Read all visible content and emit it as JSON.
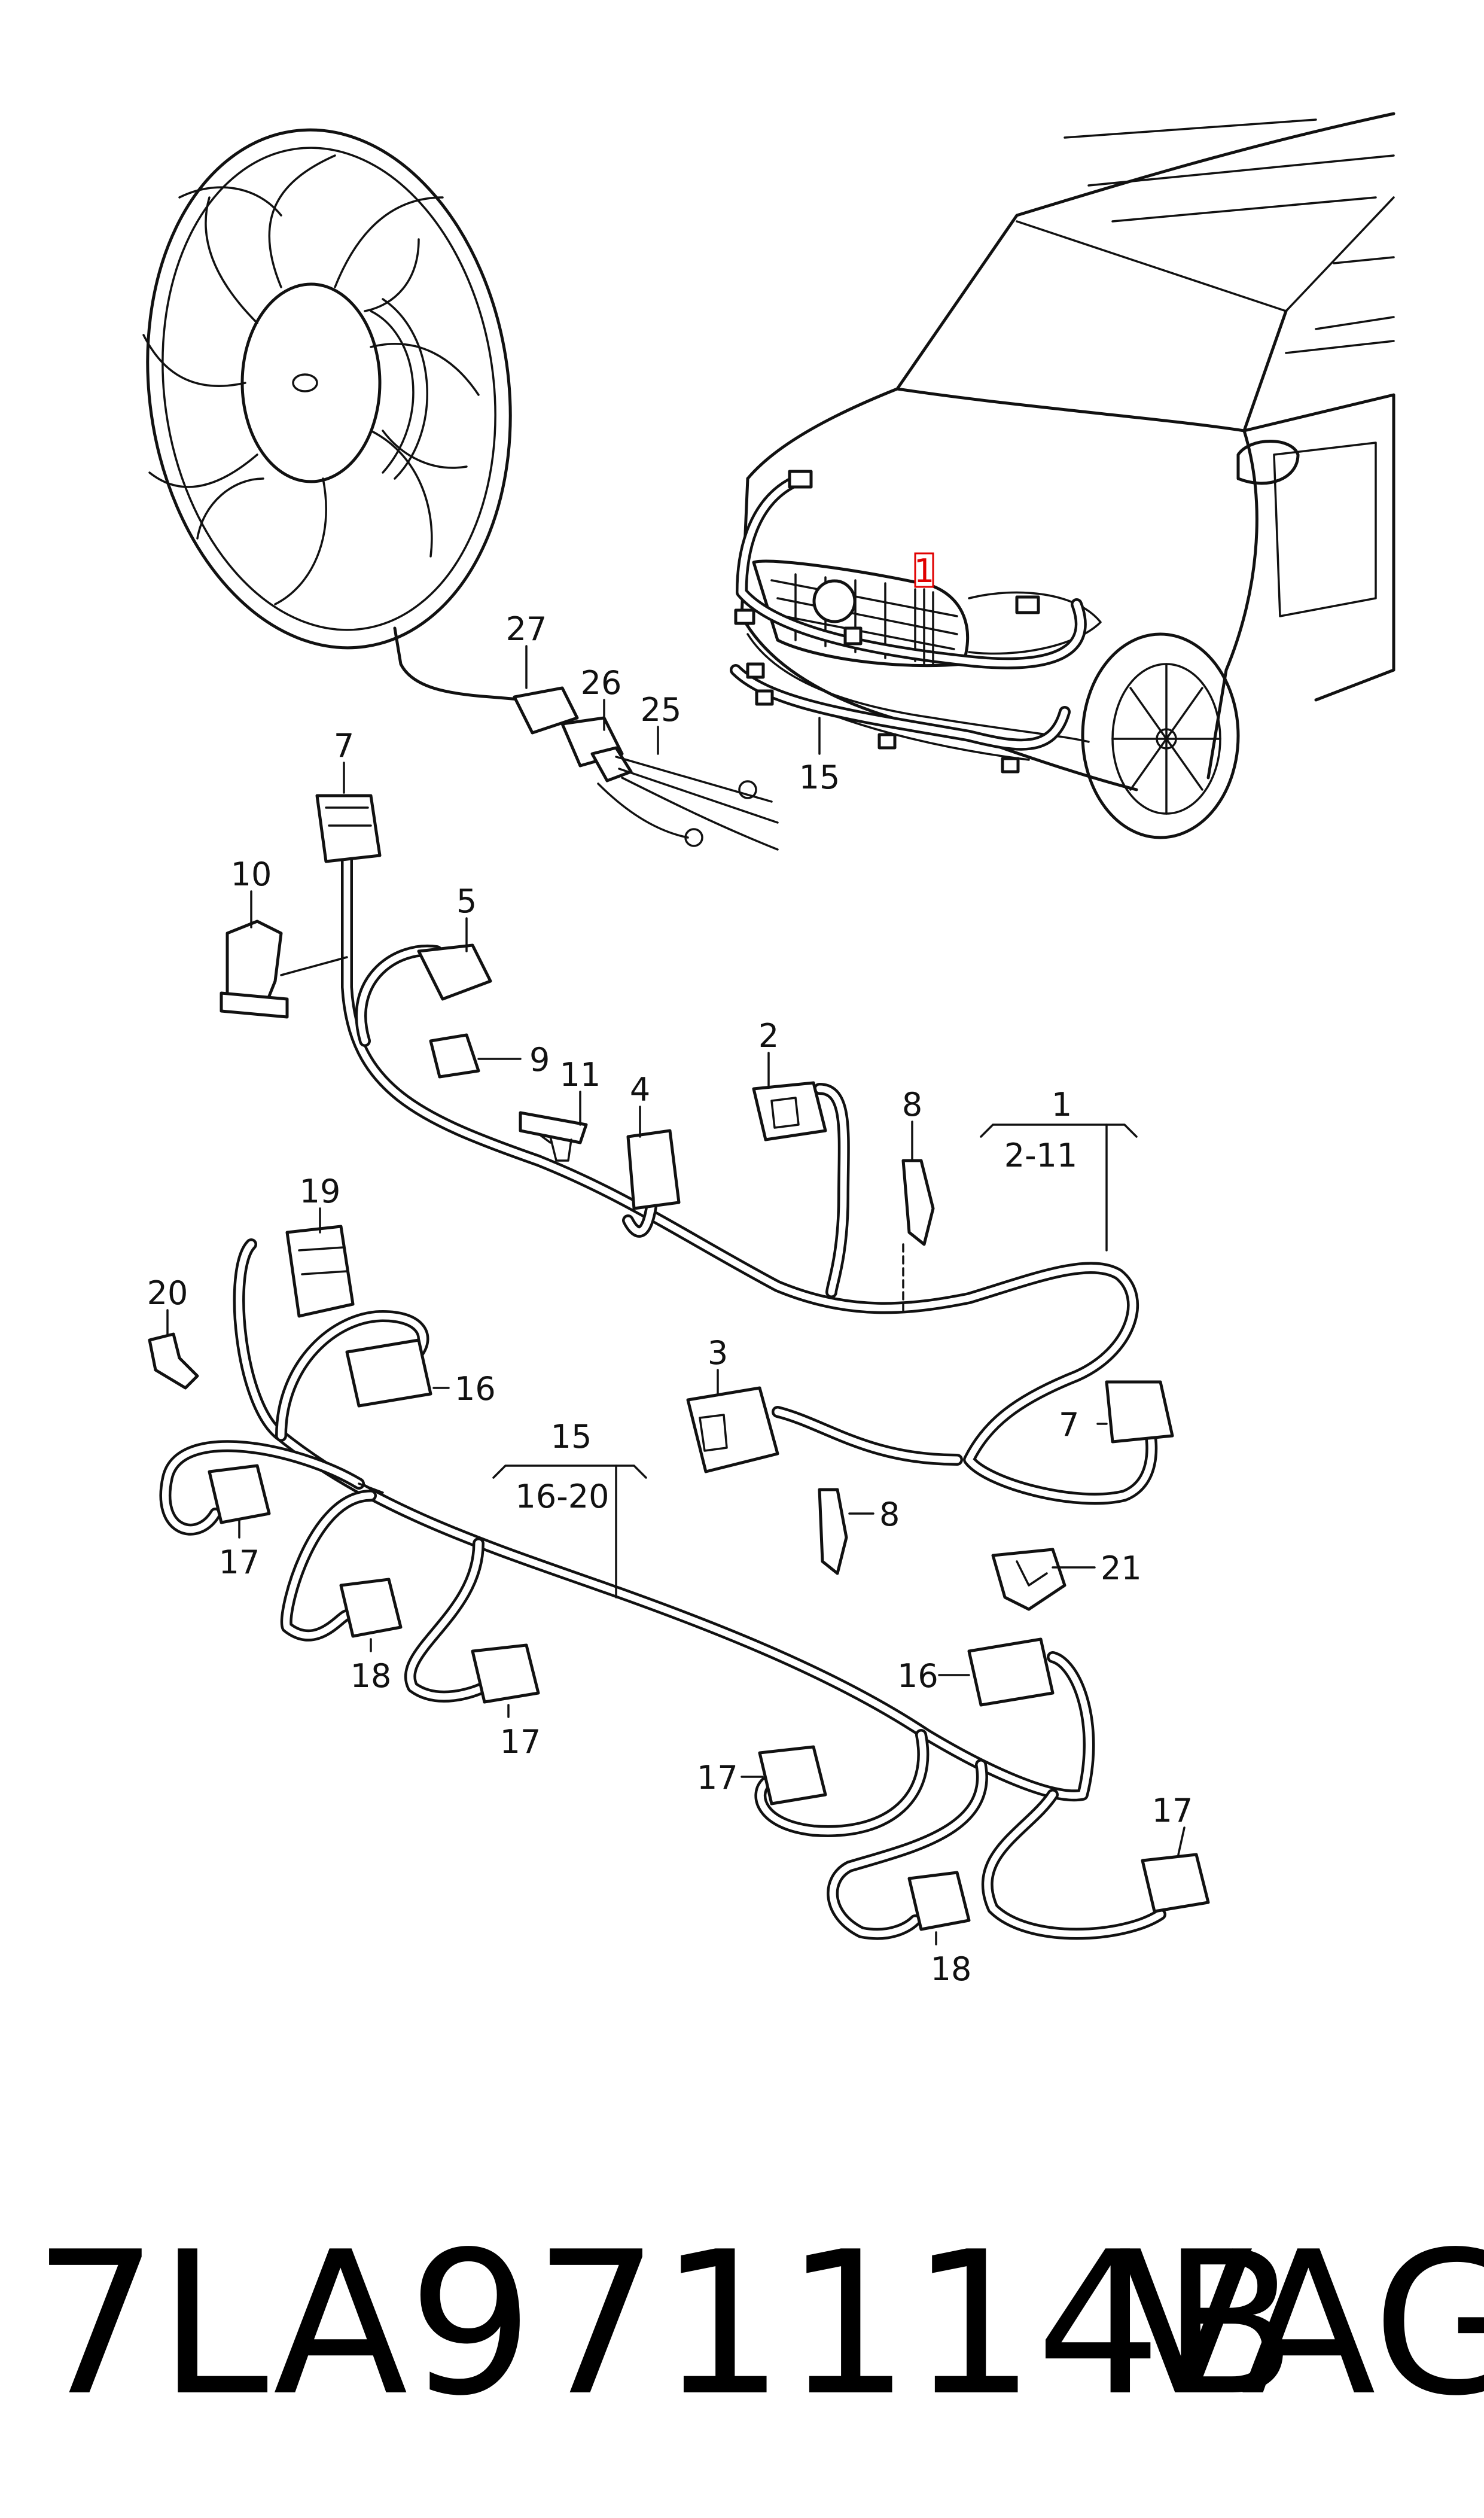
{
  "callouts": {
    "c1_highlight": "1",
    "c27": "27",
    "c26": "26",
    "c25": "25",
    "c15_car": "15",
    "c7_top": "7",
    "c10": "10",
    "c5": "5",
    "c9": "9",
    "c11": "11",
    "c4": "4",
    "c2": "2",
    "c8_top": "8",
    "c1": "1",
    "c1_range": "2-11",
    "c19": "19",
    "c20": "20",
    "c16_left": "16",
    "c3": "3",
    "c7_right": "7",
    "c15": "15",
    "c15_range": "16-20",
    "c8_mid": "8",
    "c21": "21",
    "c17_a": "17",
    "c18_a": "18",
    "c17_b": "17",
    "c16_right": "16",
    "c17_c": "17",
    "c17_d": "17",
    "c18_b": "18"
  },
  "footer": {
    "part_number": "7LA971114B",
    "brand": "VAG"
  },
  "colors": {
    "line": "#111111",
    "highlight": "#e00000",
    "background": "#ffffff"
  }
}
